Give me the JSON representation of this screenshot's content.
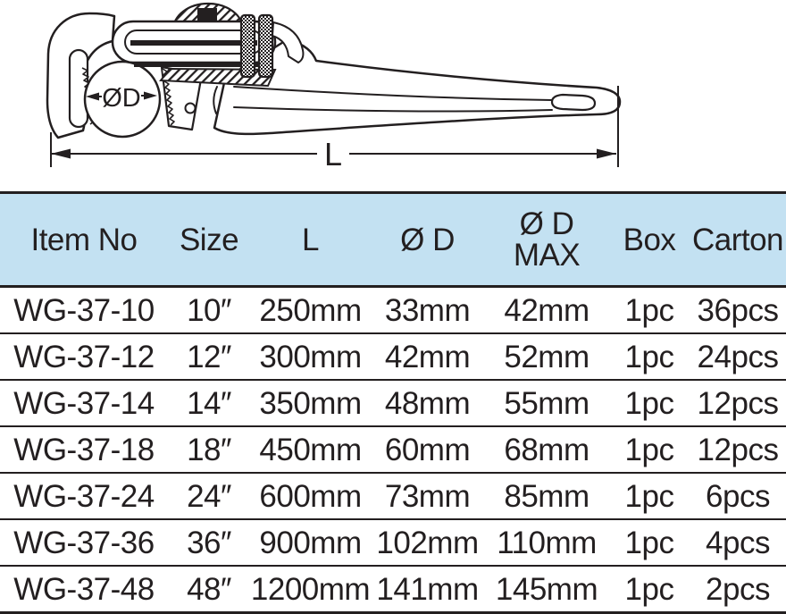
{
  "drawing": {
    "pipe_diameter_label": "ØD",
    "length_label": "L",
    "line_color": "#231f20"
  },
  "table": {
    "header_bg": "#c3e1f2",
    "text_color": "#231f20",
    "headers": {
      "item_no": "Item No",
      "size": "Size",
      "length": "L",
      "diameter": "Ø D",
      "diameter_max_line1": "Ø D",
      "diameter_max_line2": "MAX",
      "box": "Box",
      "carton": "Carton"
    },
    "rows": [
      {
        "item_no": "WG-37-10",
        "size": "10″",
        "length": "250mm",
        "diameter": "33mm",
        "diameter_max": "42mm",
        "box": "1pc",
        "carton": "36pcs"
      },
      {
        "item_no": "WG-37-12",
        "size": "12″",
        "length": "300mm",
        "diameter": "42mm",
        "diameter_max": "52mm",
        "box": "1pc",
        "carton": "24pcs"
      },
      {
        "item_no": "WG-37-14",
        "size": "14″",
        "length": "350mm",
        "diameter": "48mm",
        "diameter_max": "55mm",
        "box": "1pc",
        "carton": "12pcs"
      },
      {
        "item_no": "WG-37-18",
        "size": "18″",
        "length": "450mm",
        "diameter": "60mm",
        "diameter_max": "68mm",
        "box": "1pc",
        "carton": "12pcs"
      },
      {
        "item_no": "WG-37-24",
        "size": "24″",
        "length": "600mm",
        "diameter": "73mm",
        "diameter_max": "85mm",
        "box": "1pc",
        "carton": "6pcs"
      },
      {
        "item_no": "WG-37-36",
        "size": "36″",
        "length": "900mm",
        "diameter": "102mm",
        "diameter_max": "110mm",
        "box": "1pc",
        "carton": "4pcs"
      },
      {
        "item_no": "WG-37-48",
        "size": "48″",
        "length": "1200mm",
        "diameter": "141mm",
        "diameter_max": "145mm",
        "box": "1pc",
        "carton": "2pcs"
      }
    ]
  }
}
